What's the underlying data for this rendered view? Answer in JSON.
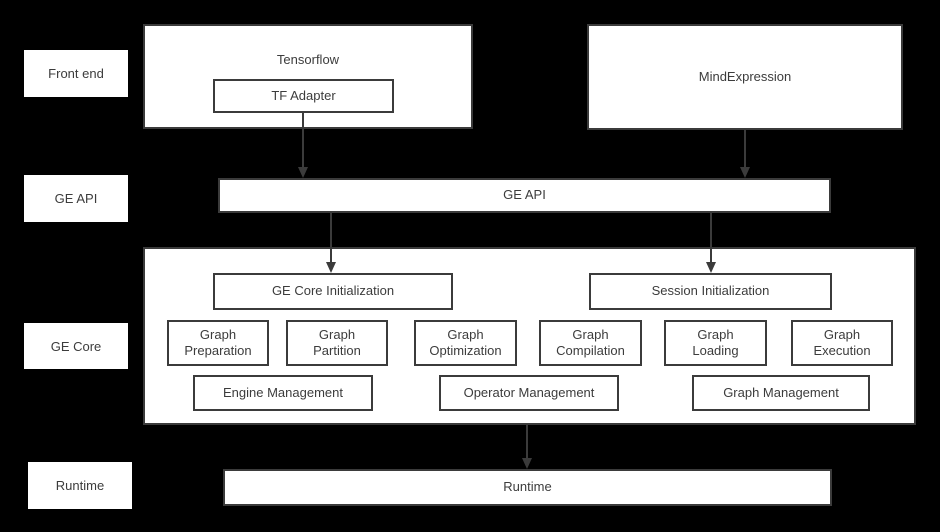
{
  "colors": {
    "background": "#000000",
    "box_fill": "#ffffff",
    "box_border": "#3b3b3b",
    "text": "#3c3c3c",
    "arrow": "#3b3b3b"
  },
  "row_labels": {
    "front_end": "Front end",
    "ge_api": "GE API",
    "ge_core": "GE Core",
    "runtime": "Runtime"
  },
  "frontend": {
    "tensorflow_label": "Tensorflow",
    "tf_adapter_label": "TF Adapter",
    "mindexpression_label": "MindExpression"
  },
  "ge_api": {
    "bar_label": "GE API"
  },
  "ge_core": {
    "init_boxes": {
      "ge_core_initialization": "GE Core Initialization",
      "session_initialization": "Session Initialization"
    },
    "modules": [
      "Graph\nPreparation",
      "Graph\nPartition",
      "Graph\nOptimization",
      "Graph\nCompilation",
      "Graph\nLoading",
      "Graph\nExecution"
    ],
    "managers": [
      "Engine Management",
      "Operator Management",
      "Graph Management"
    ]
  },
  "runtime": {
    "bar_label": "Runtime"
  }
}
